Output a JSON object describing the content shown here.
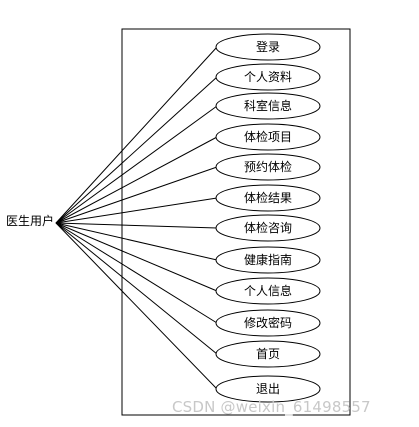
{
  "actor": {
    "label": "医生用户"
  },
  "use_cases": [
    {
      "label": "登录"
    },
    {
      "label": "个人资料"
    },
    {
      "label": "科室信息"
    },
    {
      "label": "体检项目"
    },
    {
      "label": "预约体检"
    },
    {
      "label": "体检结果"
    },
    {
      "label": "体检咨询"
    },
    {
      "label": "健康指南"
    },
    {
      "label": "个人信息"
    },
    {
      "label": "修改密码"
    },
    {
      "label": "首页"
    },
    {
      "label": "退出"
    }
  ],
  "watermark": {
    "text": "CSDN @weixin_61498557"
  }
}
